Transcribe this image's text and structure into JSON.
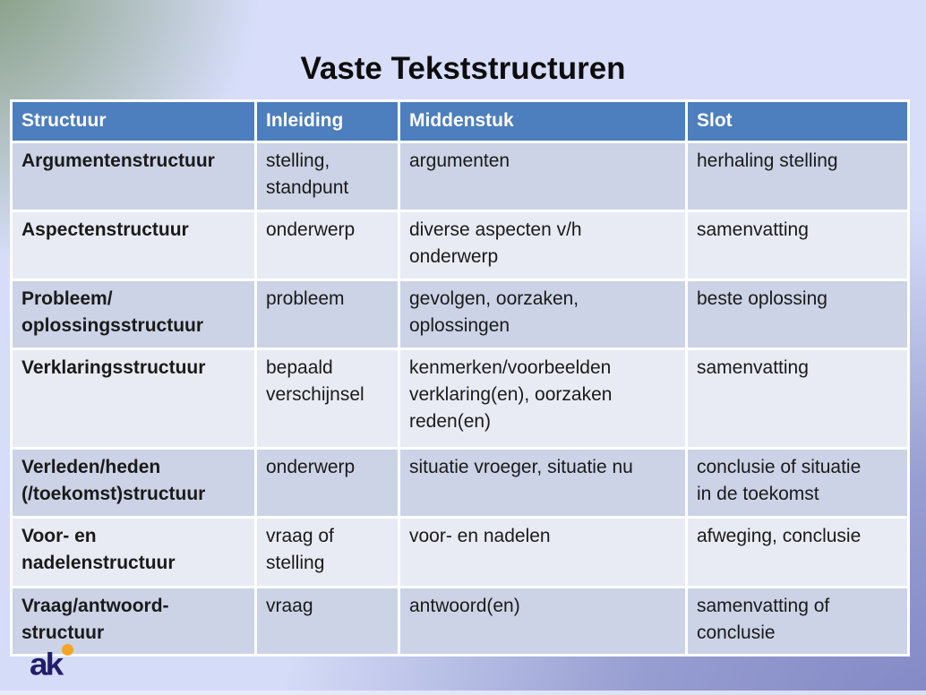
{
  "slide": {
    "title": "Vaste Tekststructuren",
    "logo_text": "ak"
  },
  "table": {
    "columns": [
      "Structuur",
      "Inleiding",
      "Middenstuk",
      "Slot"
    ],
    "rows": [
      [
        "Argumentenstructuur",
        "stelling,\nstandpunt",
        "argumenten",
        "herhaling stelling"
      ],
      [
        "Aspectenstructuur",
        "onderwerp",
        "diverse aspecten v/h\nonderwerp",
        "samenvatting"
      ],
      [
        "Probleem/\noplossingsstructuur",
        "probleem",
        "gevolgen, oorzaken,\noplossingen",
        "beste oplossing"
      ],
      [
        "Verklaringsstructuur",
        "bepaald\nverschijnsel",
        "kenmerken/voorbeelden\nverklaring(en), oorzaken\nreden(en)",
        "samenvatting"
      ],
      [
        "Verleden/heden\n(/toekomst)structuur",
        "onderwerp",
        "situatie vroeger, situatie nu",
        "conclusie of situatie\nin de toekomst"
      ],
      [
        "Voor- en\nnadelenstructuur",
        "vraag of\nstelling",
        "voor- en nadelen",
        "afweging, conclusie"
      ],
      [
        "Vraag/antwoord-\nstructuur",
        "vraag",
        "antwoord(en)",
        "samenvatting of\nconclusie"
      ]
    ]
  },
  "colors": {
    "header_bg": "#4D7EBD",
    "header_text": "#FFFFFF",
    "band_dark": "#CCD3E6",
    "band_light": "#E9EBF4",
    "body_text": "#1A1A1A",
    "bg_green_corner": "#8BA28A",
    "bg_lavender": "#D6DCF8",
    "bg_periwinkle": "#8A90C8",
    "logo_navy": "#221E6B",
    "logo_orange": "#F4A427"
  }
}
